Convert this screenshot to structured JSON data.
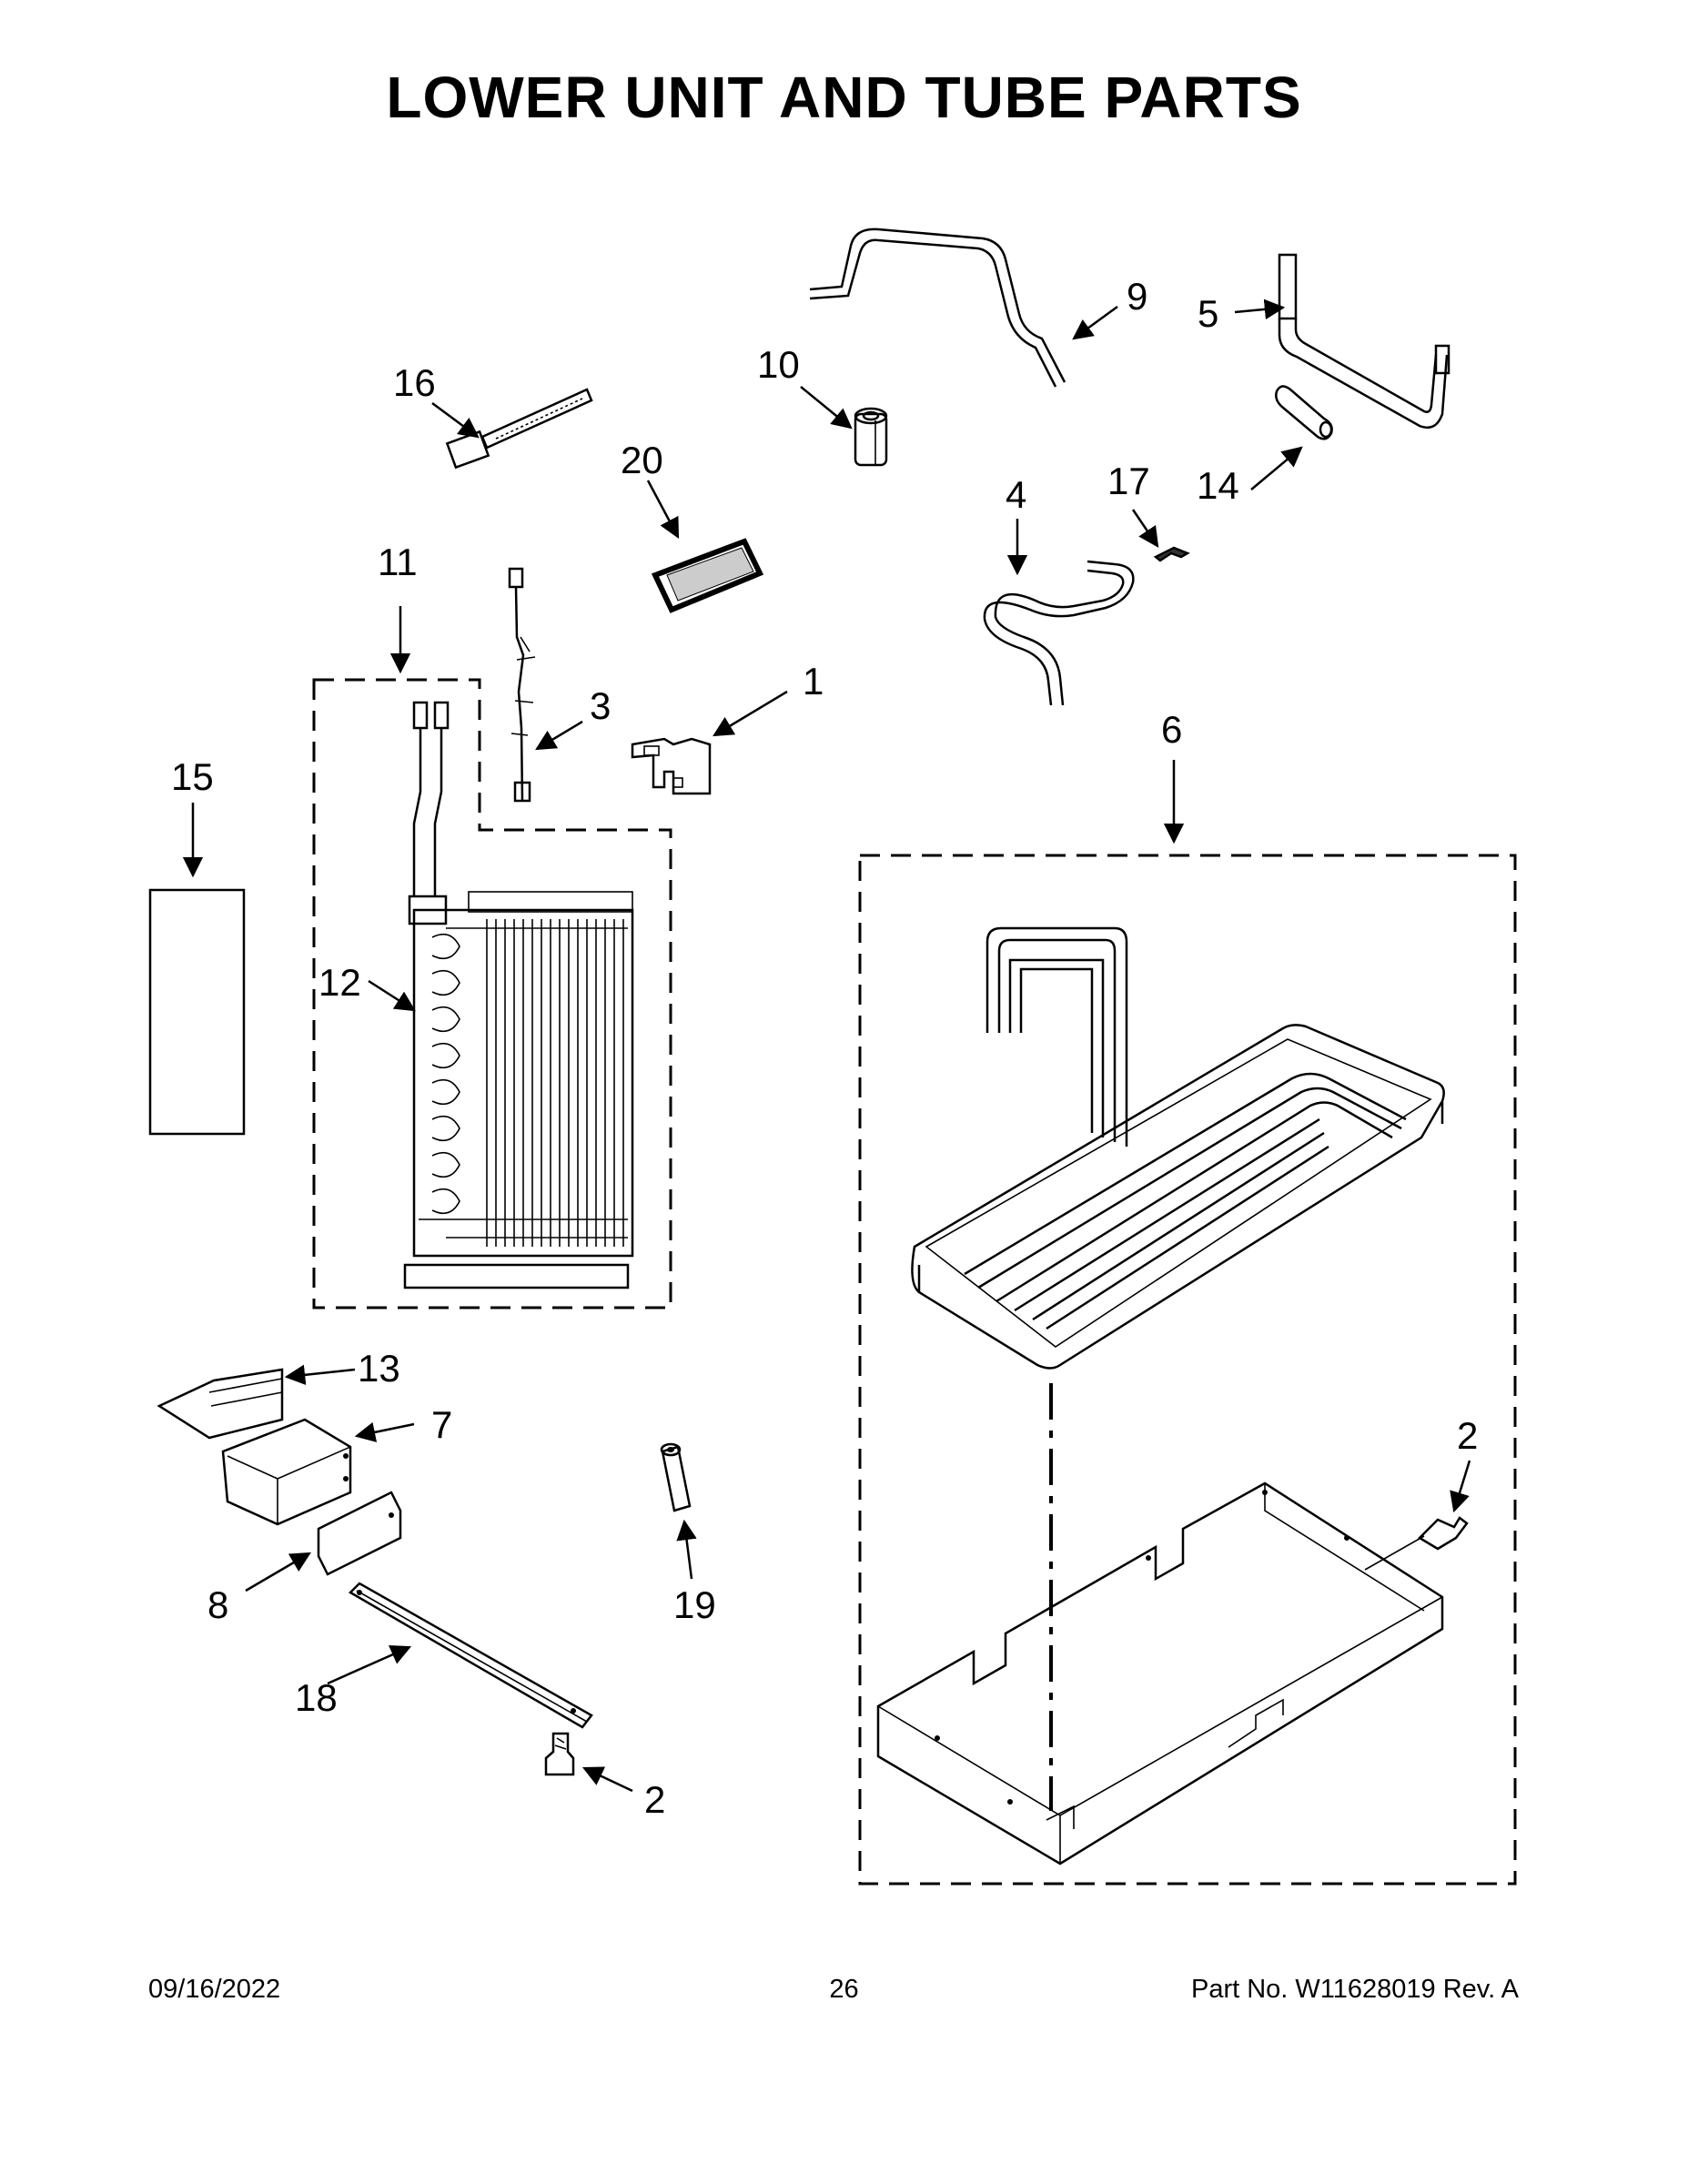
{
  "title": "LOWER UNIT AND TUBE PARTS",
  "footer": {
    "date": "09/16/2022",
    "page": "26",
    "part": "Part No.  W11628019  Rev.  A"
  },
  "callouts": {
    "c1": "1",
    "c2a": "2",
    "c2b": "2",
    "c3": "3",
    "c4": "4",
    "c5": "5",
    "c6": "6",
    "c7": "7",
    "c8": "8",
    "c9": "9",
    "c10": "10",
    "c11": "11",
    "c12": "12",
    "c13": "13",
    "c14": "14",
    "c15": "15",
    "c16": "16",
    "c17": "17",
    "c18": "18",
    "c19": "19",
    "c20": "20"
  }
}
